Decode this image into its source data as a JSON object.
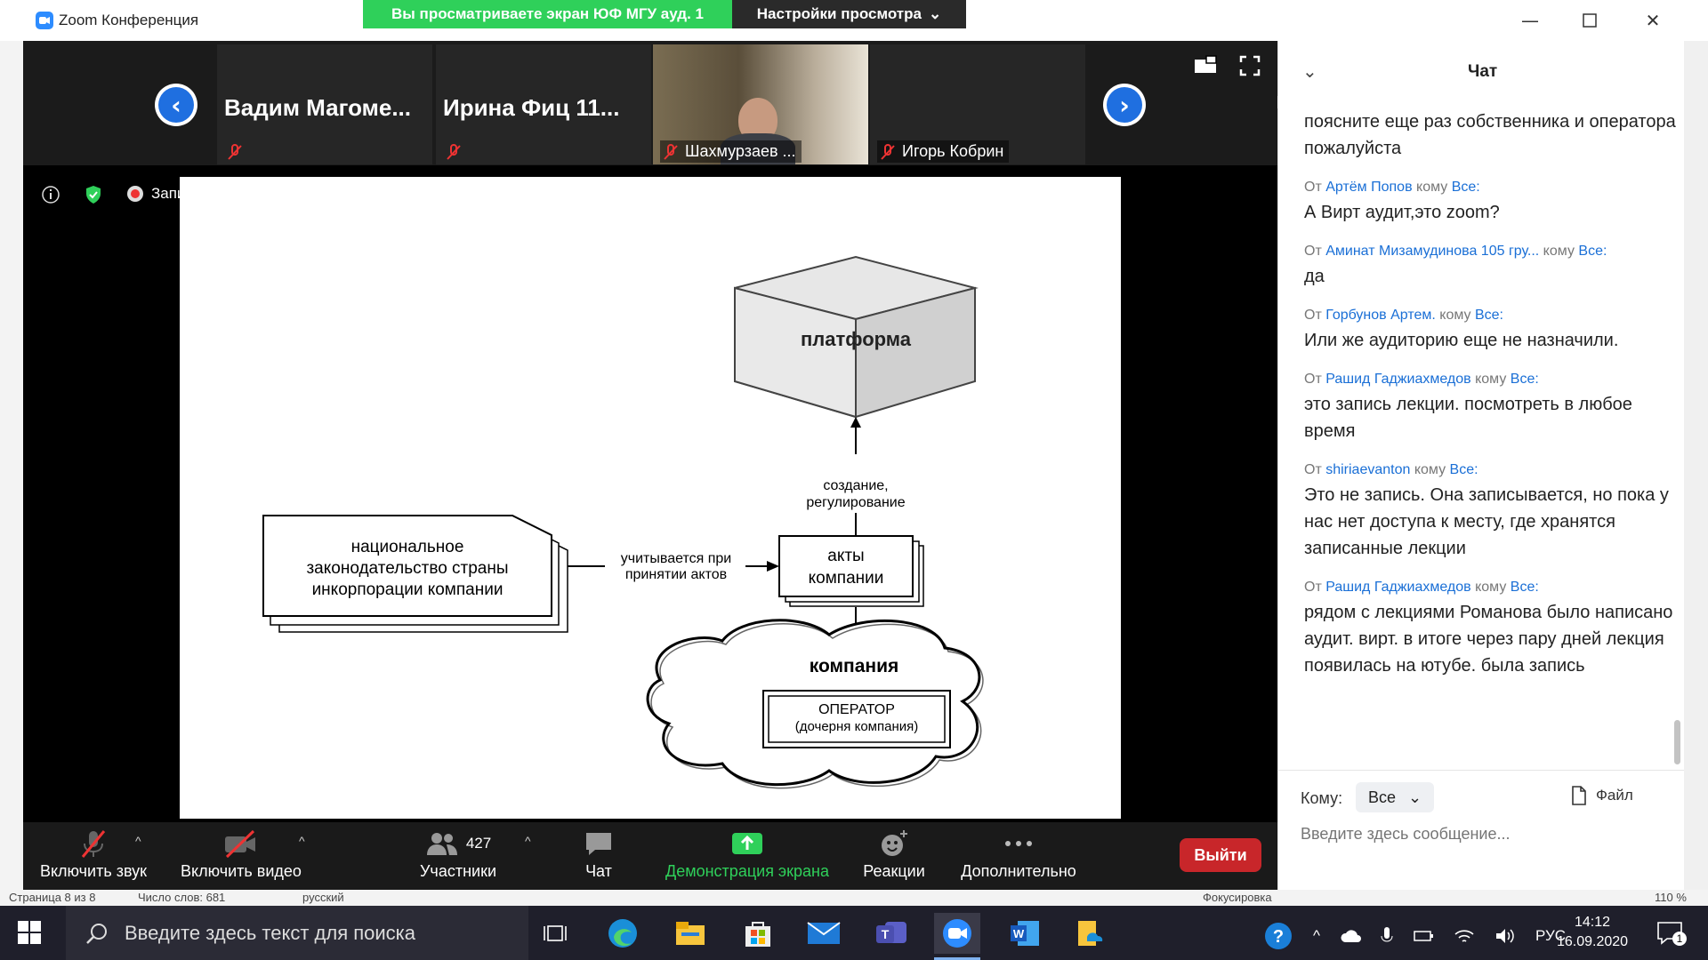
{
  "window": {
    "title": "Zoom Конференция",
    "banner": "Вы просматриваете экран ЮФ МГУ ауд. 1",
    "view_settings": "Настройки просмотра"
  },
  "thumbs": [
    {
      "big_name": "Вадим  Магоме...",
      "label": ""
    },
    {
      "big_name": "Ирина  Фиц  11...",
      "label": ""
    },
    {
      "big_name": "",
      "label": "Шахмурзаев ..."
    },
    {
      "big_name": "",
      "label": "Игорь Кобрин"
    }
  ],
  "recording_label": "Запи",
  "slide": {
    "platform": "платформа",
    "create_label_1": "создание,",
    "create_label_2": "регулирование",
    "law_1": "национальное",
    "law_2": "законодательство страны",
    "law_3": "инкорпорации компании",
    "consider_1": "учитывается при",
    "consider_2": "принятии актов",
    "acts_1": "акты",
    "acts_2": "компании",
    "company": "компания",
    "operator_1": "ОПЕРАТОР",
    "operator_2": "(дочерня компания)"
  },
  "toolbar": {
    "mute": "Включить звук",
    "video": "Включить видео",
    "participants": "Участники",
    "participants_count": "427",
    "chat": "Чат",
    "share": "Демонстрация экрана",
    "reactions": "Реакции",
    "more": "Дополнительно",
    "leave": "Выйти",
    "share_color": "#2fd05a",
    "leave_color": "#c8262a"
  },
  "chat": {
    "title": "Чат",
    "messages": [
      {
        "from_prefix": "",
        "from": "",
        "to": "",
        "text": "поясните еще раз собственника и оператора пожалуйста"
      },
      {
        "from_prefix": "От ",
        "from": "Артём Попов",
        "to_prefix": " кому ",
        "to": "Все:",
        "text": "А Вирт аудит,это zoom?"
      },
      {
        "from_prefix": "От ",
        "from": "Аминат Мизамудинова 105 гру...",
        "to_prefix": "  кому ",
        "to": "Все:",
        "text": "да"
      },
      {
        "from_prefix": "От ",
        "from": "Горбунов Артем.",
        "to_prefix": " кому ",
        "to": "Все:",
        "text": "Или же аудиторию еще не назначили."
      },
      {
        "from_prefix": "От ",
        "from": "Рашид Гаджиахмедов",
        "to_prefix": " кому ",
        "to": "Все:",
        "text": "это запись лекции. посмотреть в любое время"
      },
      {
        "from_prefix": "От ",
        "from": "shiriaevanton",
        "to_prefix": " кому ",
        "to": "Все:",
        "text": "Это не запись. Она записывается, но пока у нас нет доступа к месту, где хранятся записанные лекции"
      },
      {
        "from_prefix": "От ",
        "from": "Рашид Гаджиахмедов",
        "to_prefix": " кому ",
        "to": "Все:",
        "text": "рядом с лекциями Романова было написано аудит. вирт. в итоге через пару дней лекция появилась на ютубе. была запись"
      }
    ],
    "to_label": "Кому:",
    "to_value": "Все",
    "file_label": "Файл",
    "input_placeholder": "Введите здесь сообщение..."
  },
  "word_status": {
    "page": "Страница 8 из 8",
    "words": "Число слов: 681",
    "lang": "русский",
    "focus": "Фокусировка",
    "zoom": "110 %"
  },
  "taskbar": {
    "search_placeholder": "Введите здесь текст для поиска",
    "lang": "РУС",
    "time": "14:12",
    "date": "16.09.2020",
    "notif": "1"
  }
}
